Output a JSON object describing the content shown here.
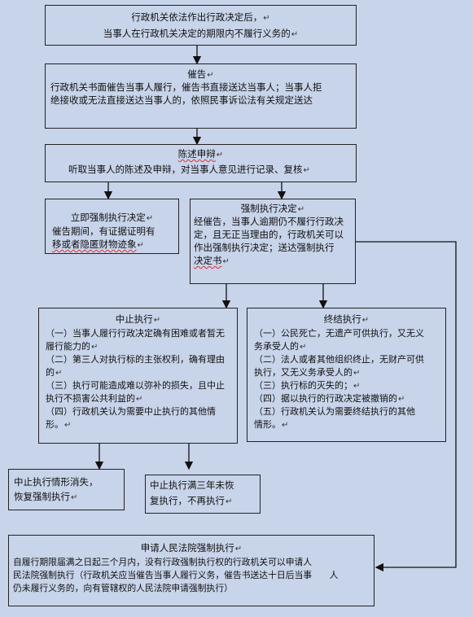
{
  "start": {
    "line1": "行政机关依法作出行政决定后，",
    "line2": "当事人在行政机关决定的期限内不履行义务的"
  },
  "demand": {
    "title": "催告",
    "line1": "行政机关书面催告当事人履行，催告书直接送达当事人；当事人拒",
    "line2": "绝接收或无法直接送达当事人的，依照民事诉讼法有关规定送达"
  },
  "statement": {
    "title": "陈述申辩",
    "line1": "听取当事人的陈述及申辩，对当事人意见进行记录、复核"
  },
  "immediate": {
    "title": "立即强制执行决定",
    "line1": "催告期间，有证据证明有",
    "line2": "移或者隐匿财物迹象"
  },
  "decision": {
    "title": "强制执行决定",
    "line1": "经催告，当事人逾期仍不履行行政决",
    "line2": "定，且无正当理由的，行政机关可以",
    "line3": "作出强制执行决定；送达强制执行",
    "line4": "决定书"
  },
  "suspend": {
    "title": "中止执行",
    "items": [
      "（一）当事人履行行政决定确有困难或者暂无",
      "履行能力的",
      "（二）第三人对执行标的主张权利，确有理由",
      "的",
      "（三）执行可能造成难以弥补的损失，且中止",
      "执行不损害公共利益的",
      "（四）行政机关认为需要中止执行的其他情",
      "形。"
    ]
  },
  "terminate": {
    "title": "终结执行",
    "items": [
      "（一）公民死亡，无遗产可供执行，又无义",
      "务承受人的",
      "（二）法人或者其他组织终止，无财产可供",
      "执行，又无义务承受人的",
      "（三）执行标的灭失的；",
      "（四）据以执行的行政决定被撤销的",
      "（五）行政机关认为需要终结执行的其他",
      "情形。"
    ]
  },
  "resume": {
    "line1": "中止执行情形消失，",
    "line2": "恢复强制执行"
  },
  "nolonger": {
    "line1": "中止执行满三年未恢",
    "line2": "复执行，不再执行"
  },
  "court": {
    "title": "申请人民法院强制执行",
    "line1": "自履行期限届满之日起三个月内，没有行政强制执行权的行政机关可以申请人",
    "line2": "民法院强制执行（行政机关应当催告当事人履行义务，催告书送达十日后当事　　人",
    "line3": "仍未履行义务的，向有管辖权的人民法院申请强制执行）"
  },
  "colors": {
    "background": "#c8d4ea",
    "border": "#222222",
    "return_mark": "#333333"
  }
}
